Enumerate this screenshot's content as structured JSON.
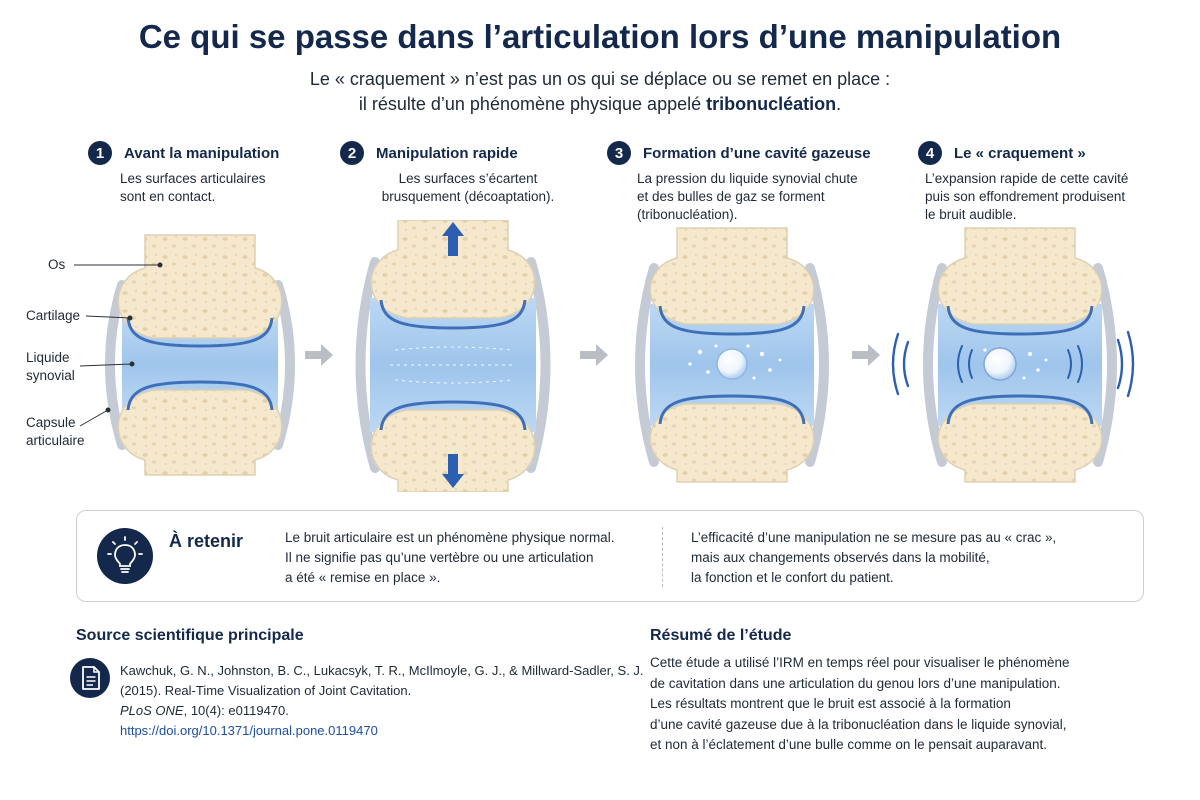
{
  "title": "Ce qui se passe dans l’articulation lors d’une manipulation",
  "subtitle": {
    "line1": "Le « craquement » n’est pas un os qui se déplace ou se remet en place :",
    "line2_prefix": "il résulte d’un phénomène physique appelé ",
    "line2_term": "tribonucléation",
    "line2_suffix": "."
  },
  "steps": [
    {
      "number": "1",
      "title": "Avant la manipulation",
      "text": [
        "Les surfaces articulaires",
        "sont en contact."
      ]
    },
    {
      "number": "2",
      "title": "Manipulation rapide",
      "text": [
        "Les surfaces s’écartent",
        "brusquement (décoaptation)."
      ]
    },
    {
      "number": "3",
      "title": "Formation d’une cavité gazeuse",
      "text": [
        "La pression du liquide synovial chute",
        "et des bulles de gaz se forment",
        "(tribonucléation)."
      ]
    },
    {
      "number": "4",
      "title": "Le « craquement »",
      "text": [
        "L’expansion rapide de cette cavité",
        "puis son effondrement produisent",
        "le bruit audible."
      ]
    }
  ],
  "labels": {
    "os": "Os",
    "cartilage": "Cartilage",
    "liquide": [
      "Liquide",
      "synovial"
    ],
    "capsule": [
      "Capsule",
      "articulaire"
    ]
  },
  "retain": {
    "title": "À retenir",
    "left": [
      "Le bruit articulaire est un phénomène physique normal.",
      "Il ne signifie pas qu’une vertèbre ou une articulation",
      "a été « remise en place »."
    ],
    "right": [
      "L’efficacité d’une manipulation ne se mesure pas au « crac »,",
      "mais aux changements observés dans la mobilité,",
      "la fonction et le confort du patient."
    ]
  },
  "source": {
    "title": "Source scientifique principale",
    "authors": "Kawchuk, G. N., Johnston, B. C., Lukacsyk, T. R., McIlmoyle, G. J., & Millward-Sadler, S. J.",
    "year_title": "(2015). Real-Time Visualization of Joint Cavitation.",
    "journal": "PLoS ONE",
    "volume": ", 10(4): e0119470.",
    "doi": "https://doi.org/10.1371/journal.pone.0119470"
  },
  "summary": {
    "title": "Résumé de l’étude",
    "lines": [
      "Cette étude a utilisé l’IRM en temps réel pour visualiser le phénomène",
      "de cavitation dans une articulation du genou lors d’une manipulation.",
      "Les résultats montrent que le bruit est associé à la formation",
      "d’une cavité gazeuse due à la tribonucléation dans le liquide synovial,",
      "et non à l’éclatement d’une bulle comme on le pensait auparavant."
    ]
  },
  "colors": {
    "navy": "#13284b",
    "fluid": "#a9cdee",
    "cartilage": "#5b86c9",
    "bone": "#f6e8cd",
    "link": "#1e4fa3"
  },
  "icons": [
    "lightbulb-icon",
    "document-icon",
    "arrow-up-icon",
    "arrow-down-icon",
    "arrow-right-icon",
    "sound-wave-icon"
  ]
}
